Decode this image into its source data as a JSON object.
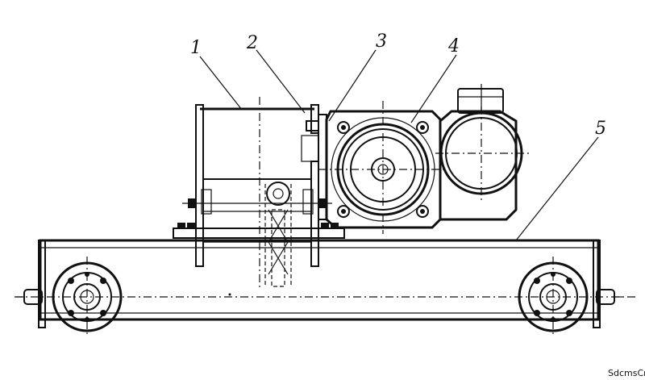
{
  "labels": [
    {
      "id": "1",
      "text": "1"
    },
    {
      "id": "2",
      "text": "2"
    },
    {
      "id": "3",
      "text": "3"
    },
    {
      "id": "4",
      "text": "4"
    },
    {
      "id": "5",
      "text": "5"
    }
  ],
  "watermark": "SdcmsCn"
}
